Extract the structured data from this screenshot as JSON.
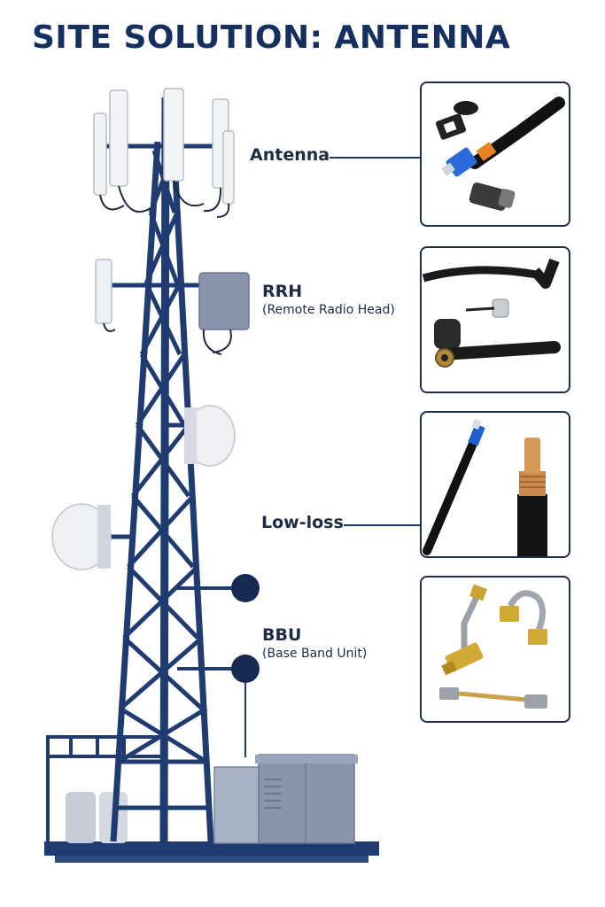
{
  "title": "SITE SOLUTION: ANTENNA",
  "labels": {
    "antenna": "Antenna",
    "rrh": "RRH",
    "rrh_full": "(Remote Radio Head)",
    "lowloss": "Low-loss",
    "bbu": "BBU",
    "bbu_full": "(Base Band Unit)"
  },
  "panels": [
    {
      "name": "fiber-connector-panel"
    },
    {
      "name": "rf-cable-connector-panel"
    },
    {
      "name": "low-loss-cable-panel"
    },
    {
      "name": "brass-adapter-panel"
    }
  ],
  "colors": {
    "navy": "#1f3b70",
    "title": "#15305e",
    "panel_border": "#1f2f4a",
    "equipment_gray": "#8693ad"
  }
}
